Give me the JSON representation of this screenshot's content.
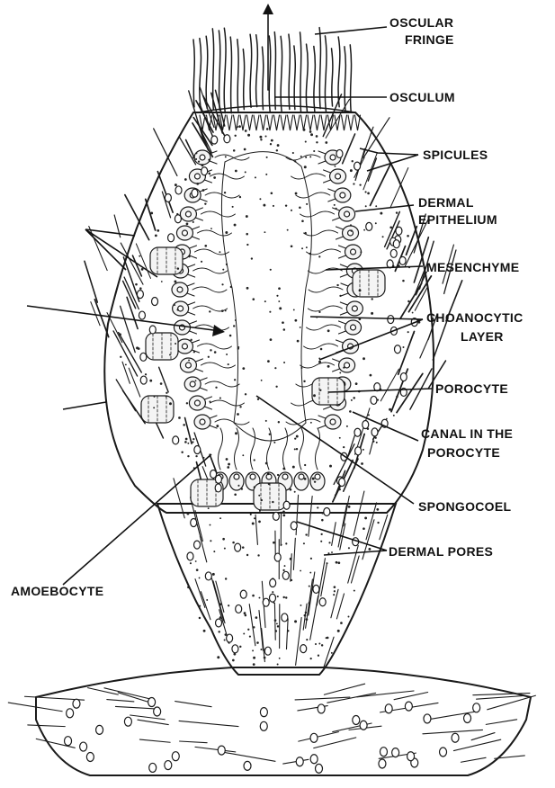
{
  "labels": {
    "oscular_fringe_1": "OSCULAR",
    "oscular_fringe_2": "FRINGE",
    "osculum": "OSCULUM",
    "spicules": "SPICULES",
    "dermal_epithelium_1": "DERMAL",
    "dermal_epithelium_2": "EPITHELIUM",
    "mesenchyme": "MESENCHYME",
    "choanocytic_layer_1": "CHOANOCYTIC",
    "choanocytic_layer_2": "LAYER",
    "porocyte": "POROCYTE",
    "canal_in_porocyte_1": "CANAL IN THE",
    "canal_in_porocyte_2": "POROCYTE",
    "spongocoel": "SPONGOCOEL",
    "dermal_pores": "DERMAL PORES",
    "amoebocyte": "AMOEBOCYTE"
  }
}
